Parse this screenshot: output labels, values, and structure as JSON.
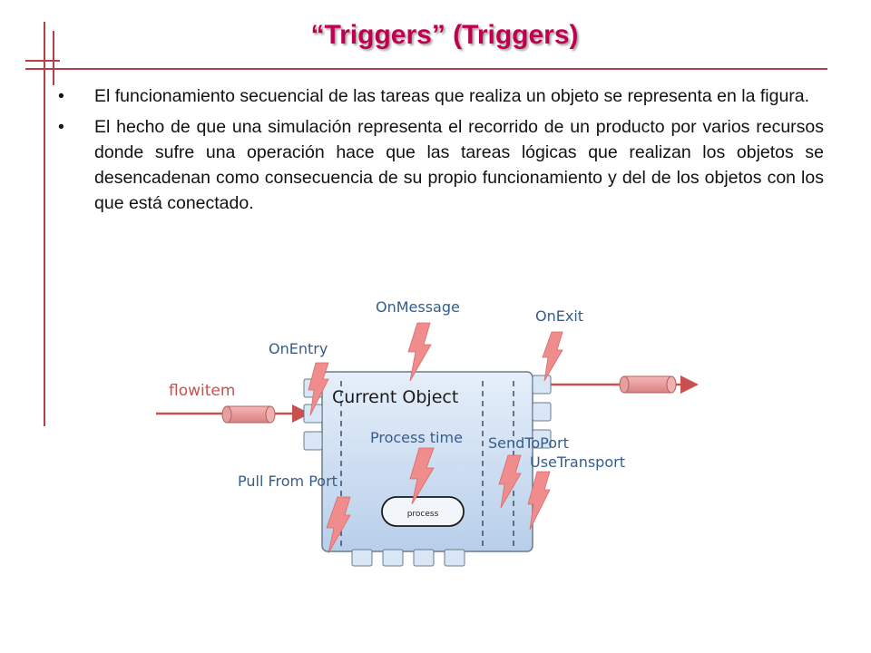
{
  "slide": {
    "title": "“Triggers” (Triggers)",
    "bullet_symbol": "•",
    "bullets": [
      "El funcionamiento secuencial de las tareas que realiza un objeto se representa en la figura.",
      "El hecho de que una simulación representa el recorrido de un producto por varios recursos donde sufre una operación hace que las tareas lógicas que realizan los objetos se desencadenan como consecuencia de su propio funcionamiento y del de los objetos con los que está conectado."
    ],
    "accent_color": "#c0004f",
    "rule_color": "#b5404a"
  },
  "diagram": {
    "object_label": "Current Object",
    "process_time_label": "Process time",
    "process_label": "process",
    "flowitem_label": "flowitem",
    "triggers": {
      "on_message": "OnMessage",
      "on_exit": "OnExit",
      "on_entry": "OnEntry",
      "send_to_port": "SendToPort",
      "use_transport": "UseTransport",
      "pull_from_port": "Pull From Port"
    },
    "colors": {
      "object_fill": "#cfe0f4",
      "object_stroke": "#6b7b8c",
      "bolt_fill": "#f08c8c",
      "arrow": "#c85050",
      "label_text": "#355d8c"
    }
  }
}
